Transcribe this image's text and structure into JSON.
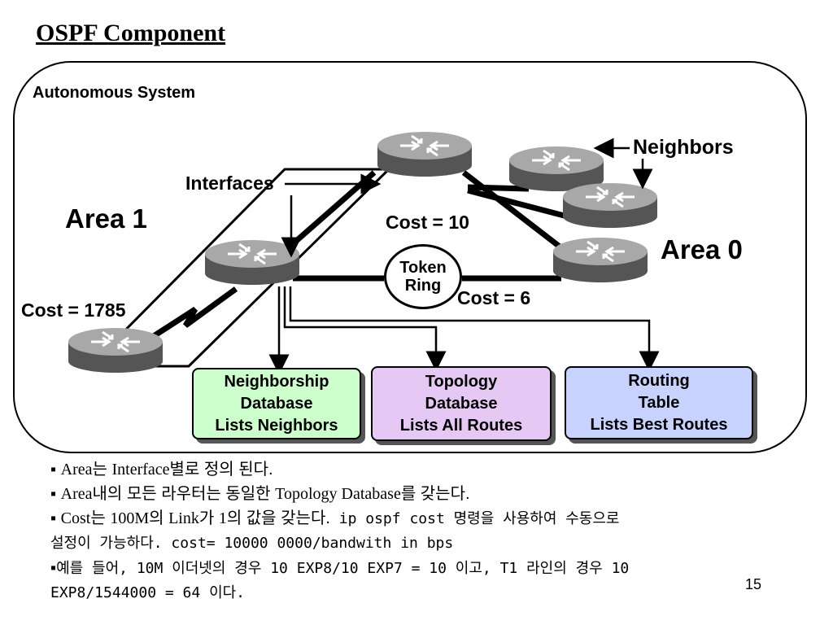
{
  "title": "OSPF Component",
  "diagram": {
    "autonomous_system_label": "Autonomous System",
    "interfaces_label": "Interfaces",
    "neighbors_label": "Neighbors",
    "area1_label": "Area 1",
    "area0_label": "Area 0",
    "cost_10": "Cost = 10",
    "cost_6": "Cost = 6",
    "cost_1785": "Cost = 1785",
    "token_ring": {
      "line1": "Token",
      "line2": "Ring"
    },
    "boxes": {
      "neighborship": {
        "line1": "Neighborship",
        "line2": "Database",
        "line3": "Lists Neighbors",
        "color": "#ccffcc"
      },
      "topology": {
        "line1": "Topology",
        "line2": "Database",
        "line3": "Lists All Routes",
        "color": "#e6c8f5"
      },
      "routing": {
        "line1": "Routing",
        "line2": "Table",
        "line3": "Lists Best Routes",
        "color": "#c8d2ff"
      }
    }
  },
  "bullets": {
    "b1": {
      "marker": "▪",
      "p1": "Area",
      "p2": "는 ",
      "p3": "Interface",
      "p4": "별로 정의 된다."
    },
    "b2": {
      "marker": "▪",
      "p1": "Area",
      "p2": "내의 모든 라우터는 동일한 ",
      "p3": "Topology Database",
      "p4": "를 갖는다."
    },
    "b3": {
      "marker": "▪",
      "p1": "Cost",
      "p2": "는 ",
      "p3": "100M",
      "p4": "의 ",
      "p5": "Link",
      "p6": "가 ",
      "p7": "1",
      "p8": "의 값을 갖는다.",
      "p9": " ip ospf cost 명령을 사용하여 수동으로",
      "line2": "설정이 가능하다. cost= 10000 0000/bandwith in bps"
    },
    "b4": {
      "marker": "▪",
      "line1": "예를 들어, 10M 이더넷의 경우 10 EXP8/10 EXP7 = 10 이고, T1 라인의 경우 10",
      "line2": "EXP8/1544000 = 64 이다."
    }
  },
  "page_number": "15"
}
